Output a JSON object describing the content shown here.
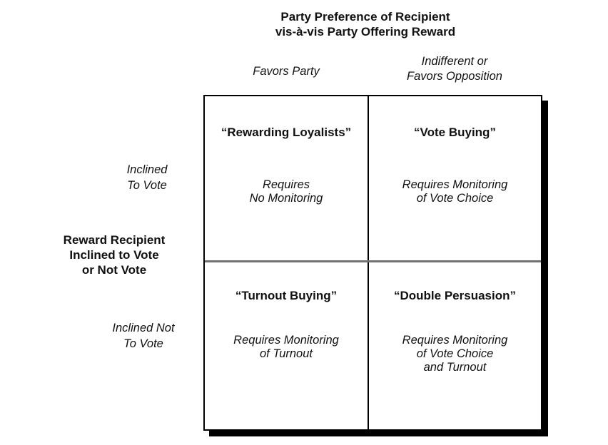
{
  "figure": {
    "column_axis_title": [
      "Party Preference of Recipient",
      "vis-à-vis Party Offering Reward"
    ],
    "column_headers": {
      "left": [
        "Favors Party"
      ],
      "right": [
        "Indifferent or",
        "Favors Opposition"
      ]
    },
    "row_axis_title": [
      "Reward Recipient",
      "Inclined to Vote",
      "or Not Vote"
    ],
    "row_headers": {
      "top": [
        "Inclined",
        "To Vote"
      ],
      "bottom": [
        "Inclined Not",
        "To Vote"
      ]
    },
    "cells": {
      "top_left": {
        "heading": "“Rewarding Loyalists”",
        "description": [
          "Requires",
          "No Monitoring"
        ]
      },
      "top_right": {
        "heading": "“Vote Buying”",
        "description": [
          "Requires Monitoring",
          "of Vote Choice"
        ]
      },
      "bottom_left": {
        "heading": "“Turnout Buying”",
        "description": [
          "Requires Monitoring",
          "of Turnout"
        ]
      },
      "bottom_right": {
        "heading": "“Double Persuasion”",
        "description": [
          "Requires Monitoring",
          "of Vote Choice",
          "and Turnout"
        ]
      }
    },
    "colors": {
      "background": "#ffffff",
      "box_border": "#000000",
      "box_shadow": "#000000",
      "vertical_divider": "#000000",
      "horizontal_divider": "#707070",
      "text": "#111111"
    }
  }
}
